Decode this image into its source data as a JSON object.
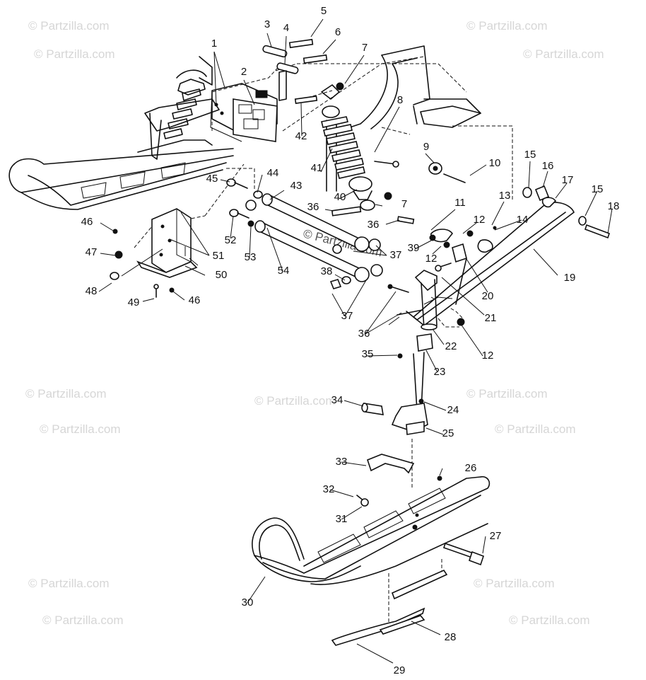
{
  "watermark": "© Partzilla.com",
  "callouts": [
    "1",
    "2",
    "3",
    "4",
    "5",
    "6",
    "7",
    "7",
    "8",
    "9",
    "10",
    "11",
    "12",
    "12",
    "12",
    "13",
    "14",
    "15",
    "15",
    "16",
    "17",
    "18",
    "19",
    "20",
    "21",
    "22",
    "23",
    "24",
    "25",
    "26",
    "27",
    "28",
    "29",
    "30",
    "31",
    "32",
    "33",
    "34",
    "35",
    "36",
    "36",
    "36",
    "37",
    "37",
    "38",
    "39",
    "40",
    "41",
    "42",
    "43",
    "44",
    "45",
    "46",
    "46",
    "47",
    "48",
    "49",
    "50",
    "51",
    "52",
    "53",
    "54"
  ]
}
